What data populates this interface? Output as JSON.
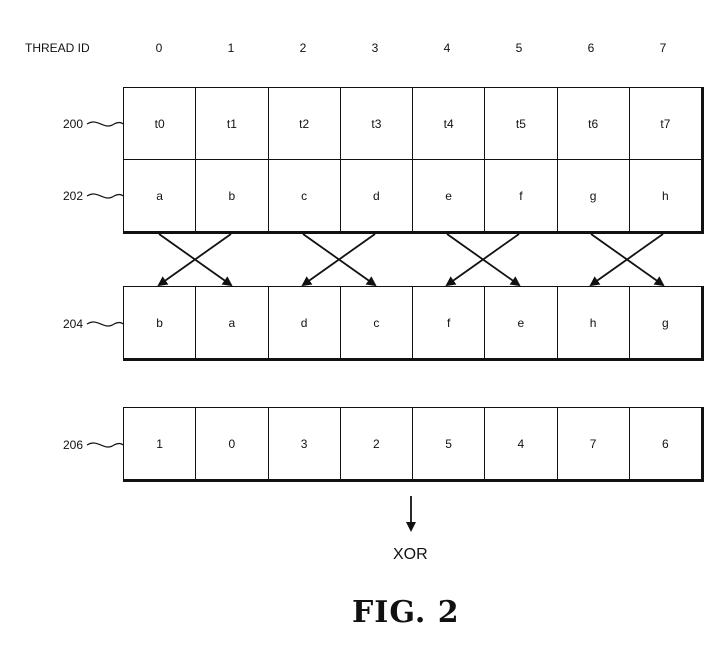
{
  "header": {
    "label": "THREAD ID",
    "ids": [
      "0",
      "1",
      "2",
      "3",
      "4",
      "5",
      "6",
      "7"
    ]
  },
  "rows": [
    {
      "ref": "200",
      "cells": [
        "t0",
        "t1",
        "t2",
        "t3",
        "t4",
        "t5",
        "t6",
        "t7"
      ]
    },
    {
      "ref": "202",
      "cells": [
        "a",
        "b",
        "c",
        "d",
        "e",
        "f",
        "g",
        "h"
      ]
    },
    {
      "ref": "204",
      "cells": [
        "b",
        "a",
        "d",
        "c",
        "f",
        "e",
        "h",
        "g"
      ]
    },
    {
      "ref": "206",
      "cells": [
        "1",
        "0",
        "3",
        "2",
        "5",
        "4",
        "7",
        "6"
      ]
    }
  ],
  "operation": "XOR",
  "figure_caption": "FIG. 2"
}
